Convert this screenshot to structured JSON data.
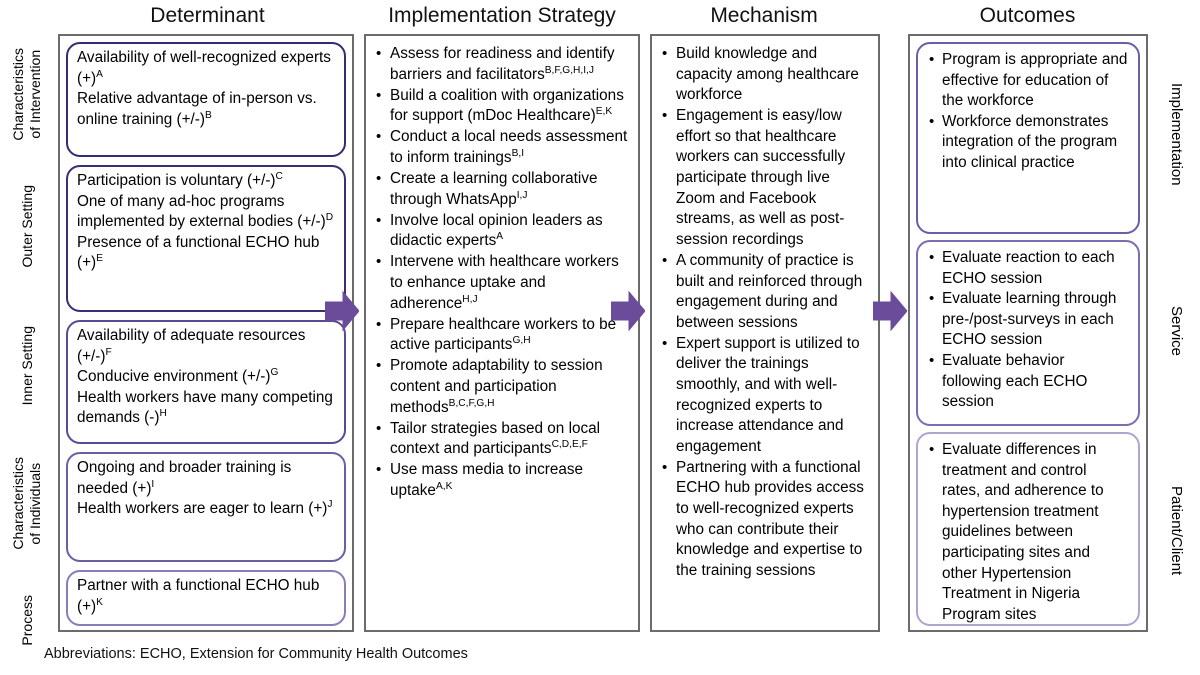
{
  "headers": {
    "determinant": "Determinant",
    "strategy": "Implementation Strategy",
    "mechanism": "Mechanism",
    "outcomes": "Outcomes"
  },
  "colors": {
    "arrow_purple": "#6B4C9A",
    "frame_gray": "#6B6B6B",
    "box_dark_purple": "#3B2870",
    "box_mid_purple": "#6F5BA6",
    "box_light_purple": "#B0A4D2",
    "text_black": "#000000"
  },
  "left_labels": [
    "Characteristics\nof Intervention",
    "Outer Setting",
    "Inner Setting",
    "Characteristics\nof Individuals",
    "Process"
  ],
  "right_labels": [
    "Implementation",
    "Service",
    "Patient/Client"
  ],
  "determinant": {
    "boxes": [
      {
        "lines": "Availability of well-recognized experts (+)<sup>A</sup>\nRelative advantage of in-person vs. online training (+/-)<sup>B</sup>"
      },
      {
        "lines": "Participation is voluntary (+/-)<sup>C</sup>\nOne of many ad-hoc programs implemented by external bodies (+/-)<sup>D</sup>\nPresence of a functional ECHO hub (+)<sup>E</sup>"
      },
      {
        "lines": "Availability of adequate resources (+/-)<sup>F</sup>\nConducive environment (+/-)<sup>G</sup>\nHealth workers have many competing demands (-)<sup>H</sup>"
      },
      {
        "lines": "Ongoing and broader training is needed (+)<sup>I</sup>\nHealth workers are eager to learn (+)<sup>J</sup>"
      },
      {
        "lines": "Partner with a functional ECHO hub (+)<sup>K</sup>"
      }
    ]
  },
  "strategy": {
    "items": [
      "Assess for readiness and identify barriers and facilitators<sup>B,F,G,H,I,J</sup>",
      "Build a coalition with organizations for support (mDoc Healthcare)<sup>E,K</sup>",
      "Conduct a local needs assessment to inform trainings<sup>B,I</sup>",
      "Create a learning collaborative through WhatsApp<sup>I,J</sup>",
      "Involve local opinion leaders as didactic experts<sup>A</sup>",
      "Intervene with healthcare workers to enhance uptake and adherence<sup>H,J</sup>",
      "Prepare healthcare workers to be active participants<sup>G,H</sup>",
      "Promote adaptability to session content and participation methods<sup>B,C,F,G,H</sup>",
      "Tailor strategies based on local context and participants<sup>C,D,E,F</sup>",
      "Use mass media to increase uptake<sup>A,K</sup>"
    ]
  },
  "mechanism": {
    "items": [
      "Build knowledge and capacity among healthcare workforce",
      "Engagement is easy/low effort so that healthcare workers can successfully participate through live Zoom and Facebook streams, as well as post-session recordings",
      "A community of practice is built and reinforced through engagement during and between sessions",
      "Expert support is utilized to deliver the trainings smoothly, and with well-recognized experts to increase attendance and engagement",
      "Partnering with a functional ECHO hub provides access to well-recognized experts who can contribute their knowledge and expertise to the training sessions"
    ]
  },
  "outcomes": {
    "boxes": [
      {
        "items": [
          "Program is appropriate and effective for education of the workforce",
          "Workforce demonstrates integration of the program into clinical practice"
        ]
      },
      {
        "items": [
          "Evaluate reaction to each ECHO session",
          "Evaluate learning through pre-/post-surveys in each ECHO session",
          "Evaluate behavior following each ECHO session"
        ]
      },
      {
        "items": [
          "Evaluate differences in treatment and control rates, and adherence to hypertension treatment guidelines between participating sites and other Hypertension Treatment in Nigeria Program sites"
        ]
      }
    ]
  },
  "arrows": [
    "arrow-determinant-to-strategy",
    "arrow-strategy-to-mechanism",
    "arrow-mechanism-to-outcomes"
  ],
  "footnote": "Abbreviations: ECHO, Extension for Community Health Outcomes"
}
